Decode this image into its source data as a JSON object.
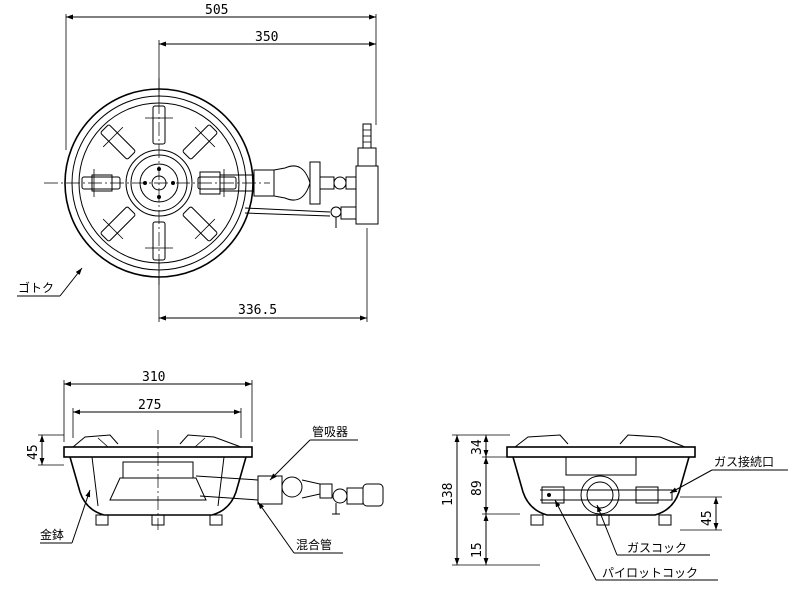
{
  "dimensions": {
    "overall_width": "505",
    "center_to_inlet": "350",
    "center_to_pilot": "336.5",
    "body_width": "310",
    "trivet_width": "275",
    "trivet_height": "45",
    "total_height": "138",
    "top_height": "34",
    "body_height": "89",
    "inlet_height": "45",
    "leg_height": "15"
  },
  "labels": {
    "gotoku": "ゴトク",
    "kanshuuki": "管吸器",
    "kanabachi": "金鉢",
    "kongoukan": "混合管",
    "gas_inlet": "ガス接続口",
    "gas_cock": "ガスコック",
    "pilot_cock": "パイロットコック"
  }
}
